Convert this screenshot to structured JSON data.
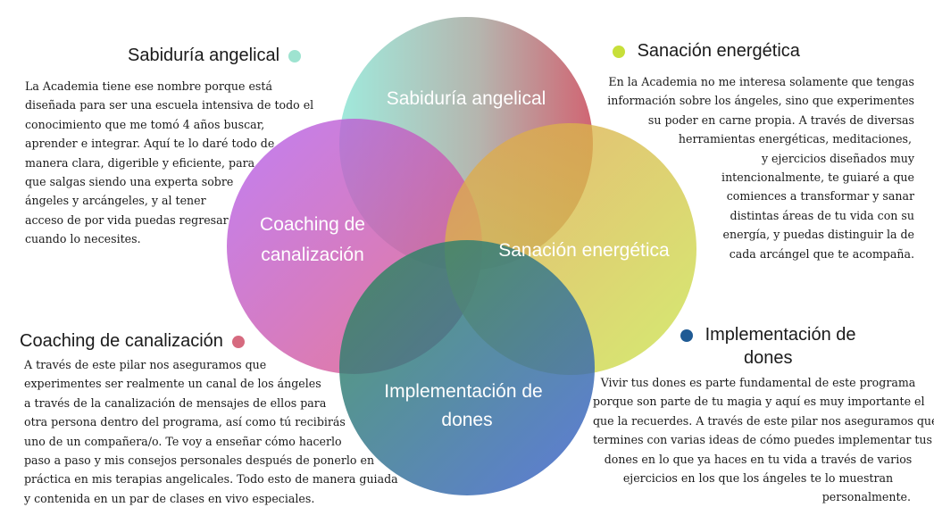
{
  "colors": {
    "sabiduria": "#9ee3d0",
    "sanacion": "#c7df3a",
    "implementacion": "#1f5a94",
    "coaching": "#d66a7f"
  },
  "circles": {
    "sabiduria": "Sabiduría angelical",
    "coaching": [
      "Coaching de",
      "canalización"
    ],
    "sanacion": "Sanación energética",
    "implementacion": [
      "Implementación de",
      "dones"
    ]
  },
  "sections": {
    "sabiduria": {
      "title": "Sabiduría angelical",
      "icon": "dot-icon",
      "lines": [
        "La Academia tiene ese nombre porque está",
        "diseñada para ser una escuela intensiva de todo el",
        "conocimiento que me tomó 4 años buscar,",
        "aprender e integrar. Aquí te lo daré todo de",
        "manera clara, digerible y eficiente, para",
        " que salgas siendo una experta sobre",
        " ángeles y arcángeles, y al tener",
        "acceso de por vida puedas regresar",
        "cuando lo necesites."
      ]
    },
    "sanacion": {
      "title": "Sanación energética",
      "icon": "dot-icon",
      "lines": [
        "En la Academia no me interesa solamente que tengas",
        "información sobre los ángeles, sino que experimentes",
        "su poder en carne propia. A través de diversas",
        "herramientas energéticas, meditaciones,",
        "y ejercicios diseñados muy",
        "intencionalmente, te guiaré a que",
        "comiences a transformar y sanar",
        "distintas áreas de tu vida con su",
        "energía, y puedas distinguir la de",
        "cada arcángel que te acompaña."
      ]
    },
    "coaching": {
      "title": "Coaching de canalización",
      "icon": "dot-icon",
      "lines": [
        "A través de este pilar nos aseguramos que",
        "experimentes ser realmente un canal de los ángeles",
        " a través de la canalización de mensajes de ellos para",
        " otra persona dentro del programa, así como tú recibirás",
        "uno de un compañera/o. Te voy a enseñar cómo hacerlo",
        " paso a paso y mis consejos personales después de ponerlo en",
        "práctica en mis terapias angelicales. Todo esto de manera guiada",
        " y contenida en un par de clases en vivo especiales."
      ]
    },
    "implementacion": {
      "title_line1": "Implementación de",
      "title_line2": "dones",
      "icon": "dot-icon",
      "lines": [
        "Vivir tus dones es parte fundamental de este programa",
        "porque son parte de tu magia y aquí es muy importante el",
        "que la recuerdes. A través de este pilar nos aseguramos que",
        "termines con varias ideas de cómo puedes implementar tus",
        "dones en lo que ya haces en tu vida a través de varios",
        "ejercicios en los que los ángeles te lo muestran",
        "personalmente."
      ]
    }
  }
}
